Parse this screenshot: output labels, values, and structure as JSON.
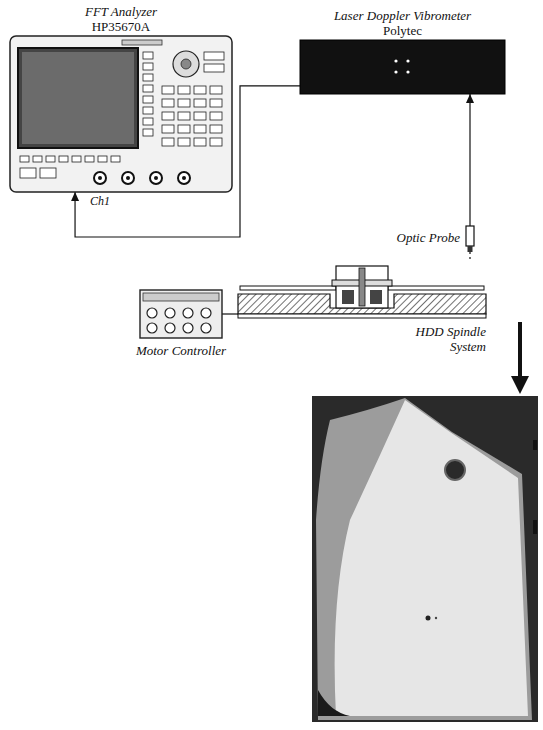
{
  "diagram": {
    "nodes": [
      {
        "text": [
          "FFT Analyzer",
          "HP35670A"
        ]
      },
      {
        "text": [
          "Laser Doppler Vibrometer",
          "Polytec"
        ]
      },
      {
        "text": [
          "Optic Probe"
        ]
      },
      {
        "text": [
          "Motor Controller"
        ]
      },
      {
        "text": [
          "HDD Spindle System"
        ]
      }
    ],
    "edges": [
      {
        "from": 1,
        "to": 0,
        "arrow": "to"
      },
      {
        "from": 2,
        "to": 1,
        "arrow": "to"
      },
      {
        "from": 3,
        "to": 4,
        "arrow": "none"
      },
      {
        "from": 2,
        "to": 4,
        "arrow": "none"
      }
    ],
    "labels": [
      "Ch1"
    ]
  }
}
